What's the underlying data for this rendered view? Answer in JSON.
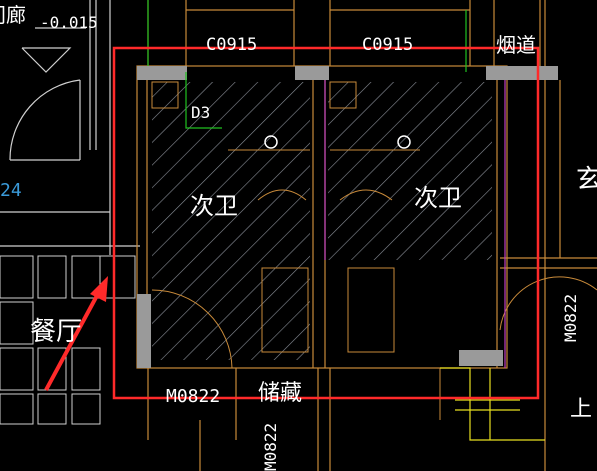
{
  "drawing": {
    "level_mark": "-0.015",
    "corridor_fragment": "门廊",
    "window_left": "C0915",
    "window_right": "C0915",
    "duct": "烟道",
    "tag_d3": "D3",
    "room_left": "次卫",
    "room_right": "次卫",
    "dining": "餐厅",
    "storage": "储藏",
    "door_bottom": "M0822",
    "door_right": "M0822",
    "door_bottom_rotated": "M0822",
    "entrance_fragment": "玄",
    "stair_fragment": "上",
    "left_number_fragment": "24"
  },
  "colors": {
    "background": "#000000",
    "wall": "#c88a3a",
    "hatch": "#8a8f98",
    "selection": "#ff2a2a",
    "text": "#ffffff",
    "green": "#20c020",
    "purple": "#c040c0",
    "yellow": "#e8e020"
  },
  "annotation": {
    "arrow_color": "#ff2a2a",
    "selection_box": true
  }
}
